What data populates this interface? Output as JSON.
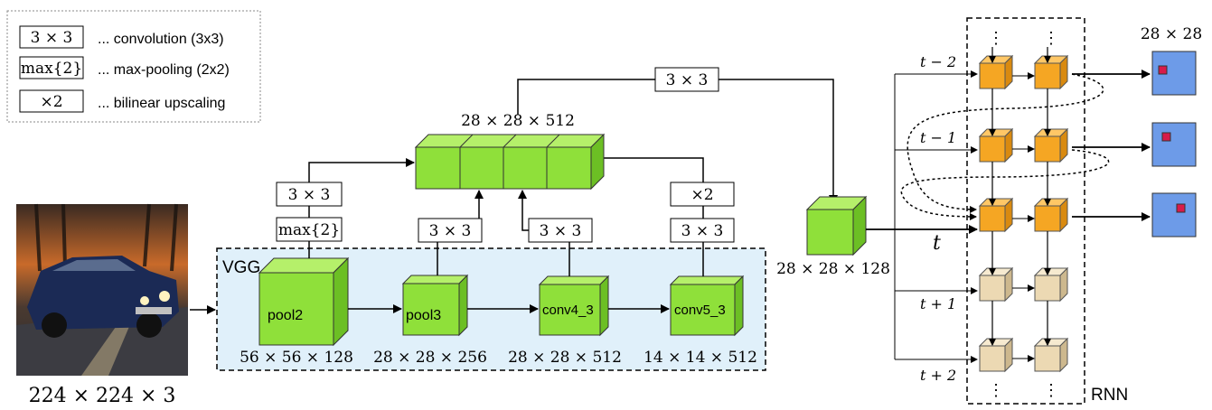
{
  "legend": {
    "items": [
      {
        "symbol": "3 × 3",
        "label": "... convolution (3x3)"
      },
      {
        "symbol": "max{2}",
        "label": "... max-pooling (2x2)"
      },
      {
        "symbol": "×2",
        "label": "... bilinear upscaling"
      }
    ]
  },
  "input": {
    "caption": "224 × 224 × 3"
  },
  "vgg": {
    "title": "VGG",
    "blocks": [
      {
        "label": "pool2",
        "dims": "56 × 56 × 128"
      },
      {
        "label": "pool3",
        "dims": "28 × 28 × 256"
      },
      {
        "label": "conv4_3",
        "dims": "28 × 28 × 512"
      },
      {
        "label": "conv5_3",
        "dims": "14 × 14 × 512"
      }
    ]
  },
  "ops": {
    "pool2_lower": "max{2}",
    "pool2_upper": "3 × 3",
    "pool3": "3 × 3",
    "conv4": "3 × 3",
    "conv5_lower": "3 × 3",
    "conv5_upper": "×2",
    "top": "3 × 3"
  },
  "concat": {
    "dims": "28 × 28 × 512"
  },
  "feature": {
    "dims": "28 × 28 × 128"
  },
  "rnn": {
    "title": "RNN",
    "time_labels": [
      "t − 2",
      "t − 1",
      "t",
      "t + 1",
      "t + 2"
    ],
    "ellipsis": "⋮"
  },
  "output": {
    "dims": "28 × 28"
  },
  "colors": {
    "green": "#8fe03a",
    "orange": "#f5a623",
    "beige": "#ecd9b3",
    "blue_out": "#6d9be8",
    "vgg_bg": "#e0f0fa",
    "marker": "#d81b4a"
  },
  "icons": {
    "input_image": "car-photo"
  }
}
